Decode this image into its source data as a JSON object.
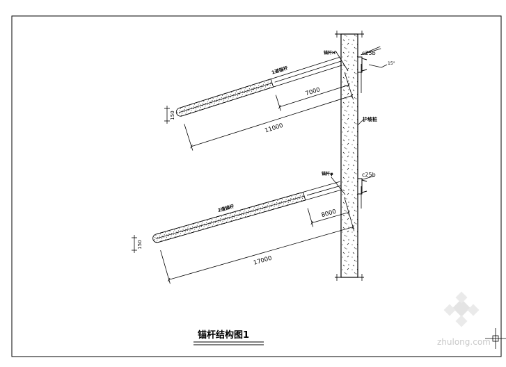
{
  "drawing": {
    "title": "锚杆结构图1",
    "upper_anchor": {
      "name_label": "1道锚杆",
      "bracket_label": "c25b",
      "small_label": "锚杆H",
      "diameter_label": "150",
      "total_length": "11000",
      "free_length": "7000",
      "angle_label": "15°"
    },
    "lower_anchor": {
      "name_label": "2道锚杆",
      "bracket_label": "c25b",
      "small_label": "锚杆φ",
      "diameter_label": "150",
      "total_length": "17000",
      "free_length": "8000"
    },
    "wall_label": "护坡桩",
    "watermark": "zhulong.com"
  }
}
